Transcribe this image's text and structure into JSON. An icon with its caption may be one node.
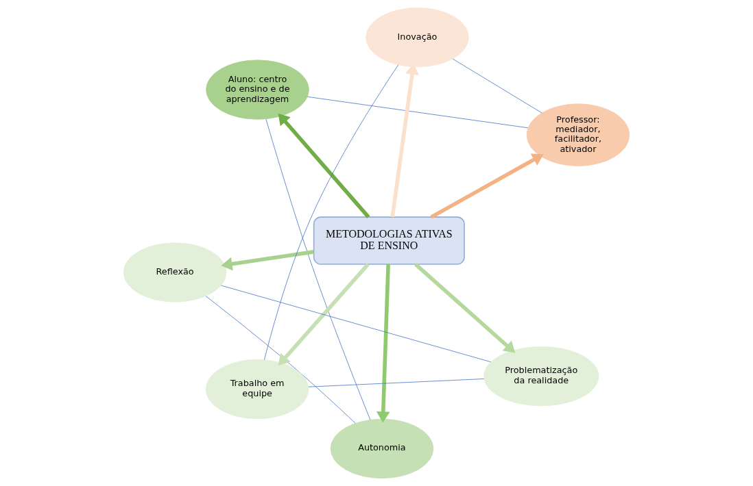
{
  "diagram": {
    "nodes": [
      {
        "text": [
          "Aluno: centro do ensino e de aprendizagem"
        ]
      },
      {
        "text": [
          "Professor: mediador, facilitador, ativador"
        ]
      },
      {
        "text": [
          "Autonomia"
        ]
      },
      {
        "text": [
          "METODOLOGIAS ATIVAS DE ENSINO"
        ]
      },
      {
        "text": [
          "Inovação"
        ]
      },
      {
        "text": [
          "Reflexão"
        ]
      },
      {
        "text": [
          "Trabalho em equipe"
        ]
      },
      {
        "text": [
          "Problematização da realidade"
        ]
      }
    ],
    "edges": [
      {
        "from": 3,
        "to": 0,
        "arrow": "to",
        "style": "thick",
        "color": "#70ad47"
      },
      {
        "from": 3,
        "to": 1,
        "arrow": "to",
        "style": "thick",
        "color": "#f4b183"
      },
      {
        "from": 3,
        "to": 2,
        "arrow": "to",
        "style": "thick",
        "color": "#8fca6e"
      },
      {
        "from": 3,
        "to": 4,
        "arrow": "to",
        "style": "thick",
        "color": "#fbe0cc"
      },
      {
        "from": 3,
        "to": 5,
        "arrow": "to",
        "style": "thick",
        "color": "#a9d18e"
      },
      {
        "from": 3,
        "to": 6,
        "arrow": "to",
        "style": "thick",
        "color": "#c5e0b4"
      },
      {
        "from": 3,
        "to": 7,
        "arrow": "to",
        "style": "thick",
        "color": "#b5d89c"
      },
      {
        "from": 0,
        "to": 2,
        "arrow": "none"
      },
      {
        "from": 2,
        "to": 5,
        "arrow": "none"
      },
      {
        "from": 5,
        "to": 7,
        "arrow": "none"
      },
      {
        "from": 7,
        "to": 6,
        "arrow": "none"
      },
      {
        "from": 6,
        "to": 4,
        "arrow": "none"
      },
      {
        "from": 4,
        "to": 1,
        "arrow": "none"
      },
      {
        "from": 1,
        "to": 0,
        "arrow": "none"
      }
    ]
  }
}
